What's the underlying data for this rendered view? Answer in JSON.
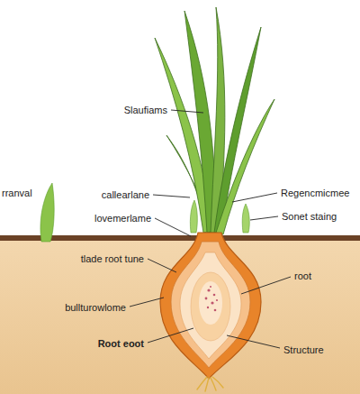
{
  "diagram": {
    "labels": [
      "Slaufiams",
      "rranval",
      "callearlane",
      "Regencmicmee",
      "lovemerlame",
      "Sonet staing",
      "tlade root tune",
      "root",
      "bullturowlome",
      "Root eoot",
      "Structure"
    ]
  }
}
